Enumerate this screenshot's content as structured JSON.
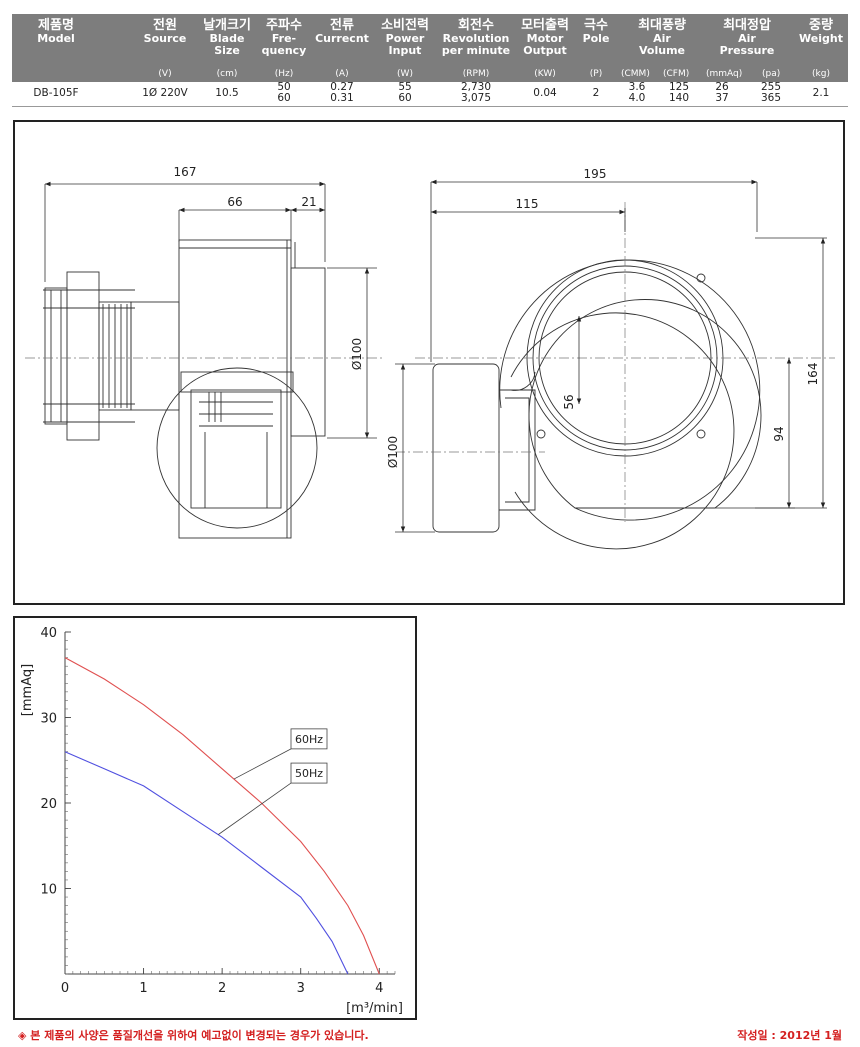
{
  "spec_table": {
    "headers": [
      {
        "ko": "제품명",
        "en": "Model",
        "unit": ""
      },
      {
        "ko": "전원",
        "en": "Source",
        "unit": "(V)"
      },
      {
        "ko": "날개크기",
        "en": "Blade\nSize",
        "unit": "(cm)"
      },
      {
        "ko": "주파수",
        "en": "Fre-\nquency",
        "unit": "(Hz)"
      },
      {
        "ko": "전류",
        "en": "Currecnt",
        "unit": "(A)"
      },
      {
        "ko": "소비전력",
        "en": "Power\nInput",
        "unit": "(W)"
      },
      {
        "ko": "회전수",
        "en": "Revolution\nper minute",
        "unit": "(RPM)"
      },
      {
        "ko": "모터출력",
        "en": "Motor\nOutput",
        "unit": "(KW)"
      },
      {
        "ko": "극수",
        "en": "Pole",
        "unit": "(P)"
      },
      {
        "ko": "최대풍량",
        "en": "Air\nVolume",
        "unit": ""
      },
      {
        "ko": "최대정압",
        "en": "Air\nPressure",
        "unit": ""
      },
      {
        "ko": "중량",
        "en": "Weight",
        "unit": "(kg)"
      }
    ],
    "subunits": {
      "cmm": "(CMM)",
      "cfm": "(CFM)",
      "mmaq": "(mmAq)",
      "pa": "(pa)"
    },
    "row": {
      "model": "DB-105F",
      "source": "1Ø 220V",
      "blade": "10.5",
      "freq": [
        "50",
        "60"
      ],
      "current": [
        "0.27",
        "0.31"
      ],
      "power": [
        "55",
        "60"
      ],
      "rpm": [
        "2,730",
        "3,075"
      ],
      "motor": "0.04",
      "pole": "2",
      "cmm": [
        "3.6",
        "4.0"
      ],
      "cfm": [
        "125",
        "140"
      ],
      "mmaq": [
        "26",
        "37"
      ],
      "pa": [
        "255",
        "365"
      ],
      "weight": "2.1"
    }
  },
  "drawing": {
    "dims": {
      "side_width": "167",
      "side_housing": "66",
      "side_outlet": "21",
      "side_dia": "Ø100",
      "front_width": "195",
      "front_center": "115",
      "front_height": "164",
      "front_center_h": "94",
      "front_inlet": "56",
      "front_motor_dia": "Ø100"
    }
  },
  "chart_data": {
    "type": "line",
    "xlabel": "[m³/min]",
    "ylabel": "[mmAq]",
    "xlim": [
      0,
      4.2
    ],
    "ylim": [
      0,
      40
    ],
    "xticks": [
      "0",
      "1",
      "2",
      "3",
      "4"
    ],
    "yticks": [
      "10",
      "20",
      "30",
      "40"
    ],
    "series": [
      {
        "name": "60Hz",
        "color": "#e05050",
        "x": [
          0,
          0.5,
          1.0,
          1.5,
          2.0,
          2.5,
          3.0,
          3.3,
          3.6,
          3.8,
          4.0
        ],
        "y": [
          37,
          34.5,
          31.5,
          28,
          24,
          20,
          15.5,
          12,
          8,
          4.5,
          0
        ]
      },
      {
        "name": "50Hz",
        "color": "#5050e0",
        "x": [
          0,
          0.5,
          1.0,
          1.5,
          2.0,
          2.5,
          3.0,
          3.2,
          3.4,
          3.6
        ],
        "y": [
          26,
          24,
          22,
          19,
          16,
          12.5,
          9,
          6.5,
          3.8,
          0
        ]
      }
    ]
  },
  "footer": {
    "note": "◈ 본 제품의 사양은 품질개선을 위하여 예고없이 변경되는 경우가 있습니다.",
    "date": "작성일 : 2012년 1월"
  }
}
